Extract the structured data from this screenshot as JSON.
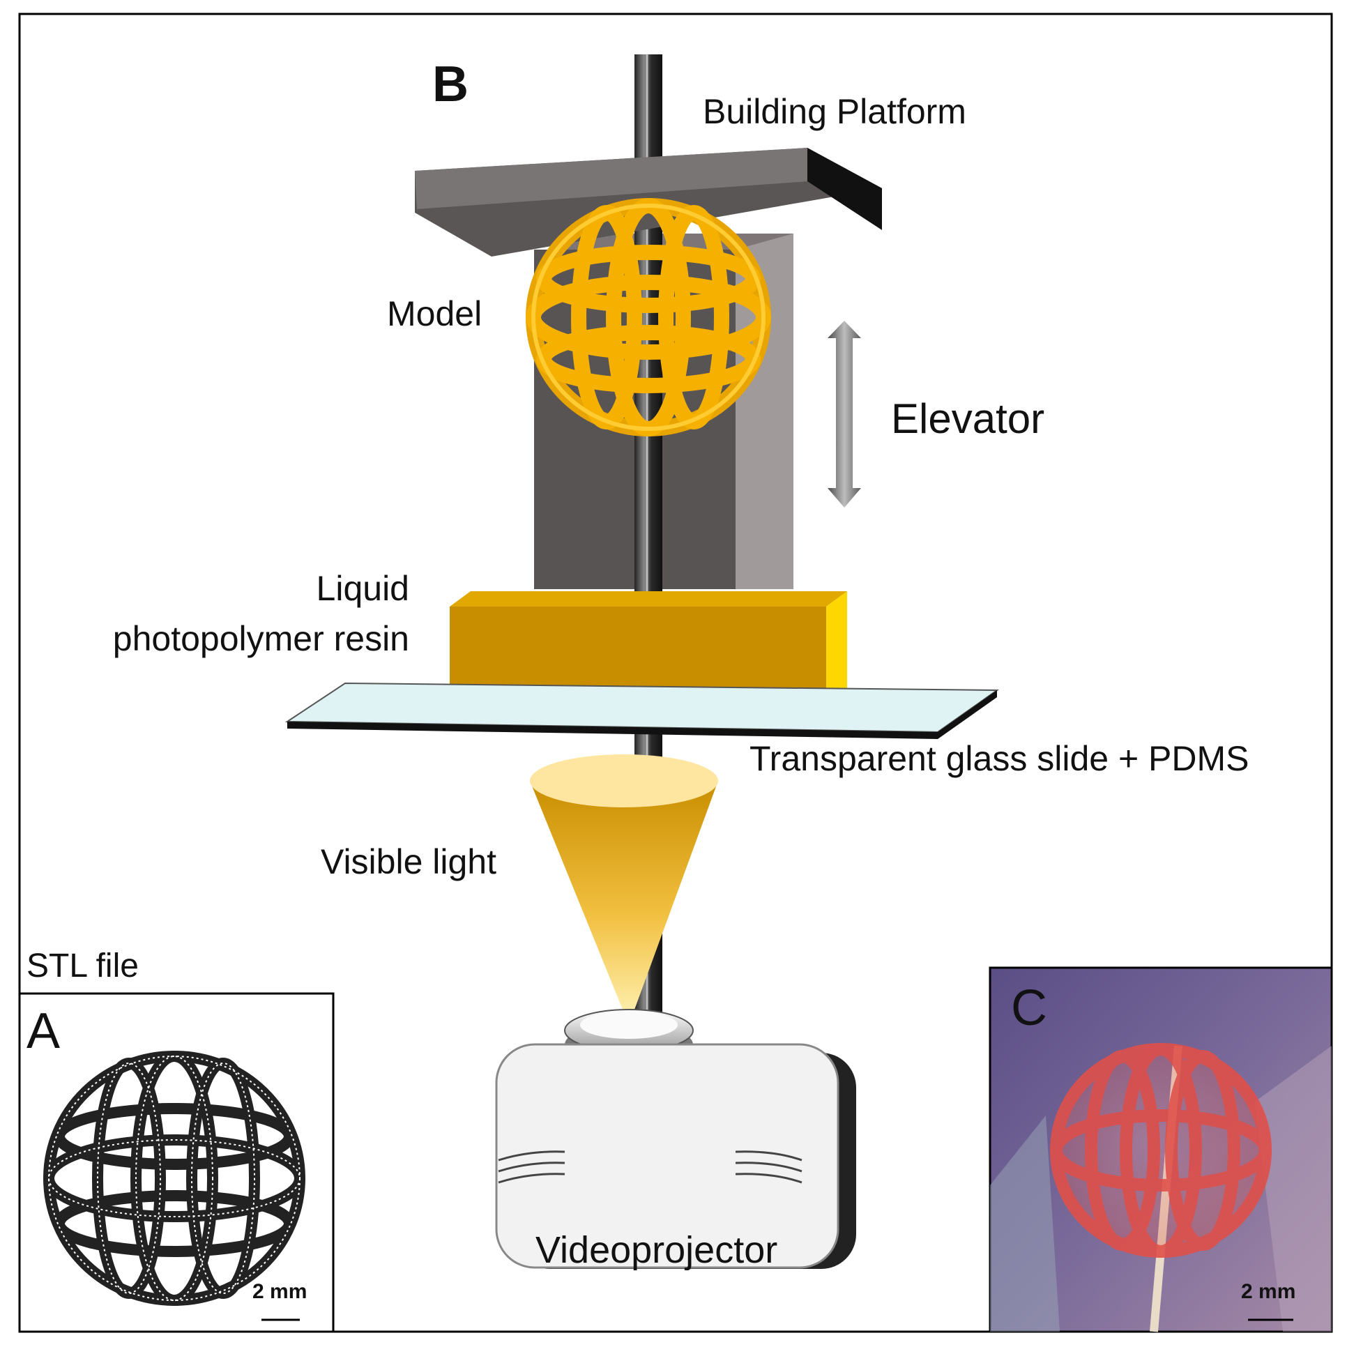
{
  "panels": {
    "a": {
      "letter": "A",
      "caption": "STL file",
      "scale": "2 mm"
    },
    "b": {
      "letter": "B"
    },
    "c": {
      "letter": "C",
      "scale": "2 mm"
    }
  },
  "labels": {
    "building_platform": "Building Platform",
    "model": "Model",
    "elevator": "Elevator",
    "resin_line1": "Liquid",
    "resin_line2": "photopolymer resin",
    "glass_slide": "Transparent glass slide + PDMS",
    "visible_light": "Visible light",
    "videoprojector": "Videoprojector"
  },
  "colors": {
    "resin": "#c98e00",
    "resin_side": "#ffd700",
    "model": "#f5b000",
    "platform": "#555555",
    "light": "#ffd24a",
    "photo_bg": "#6a5a8e",
    "printed_object": "#e0504a"
  }
}
